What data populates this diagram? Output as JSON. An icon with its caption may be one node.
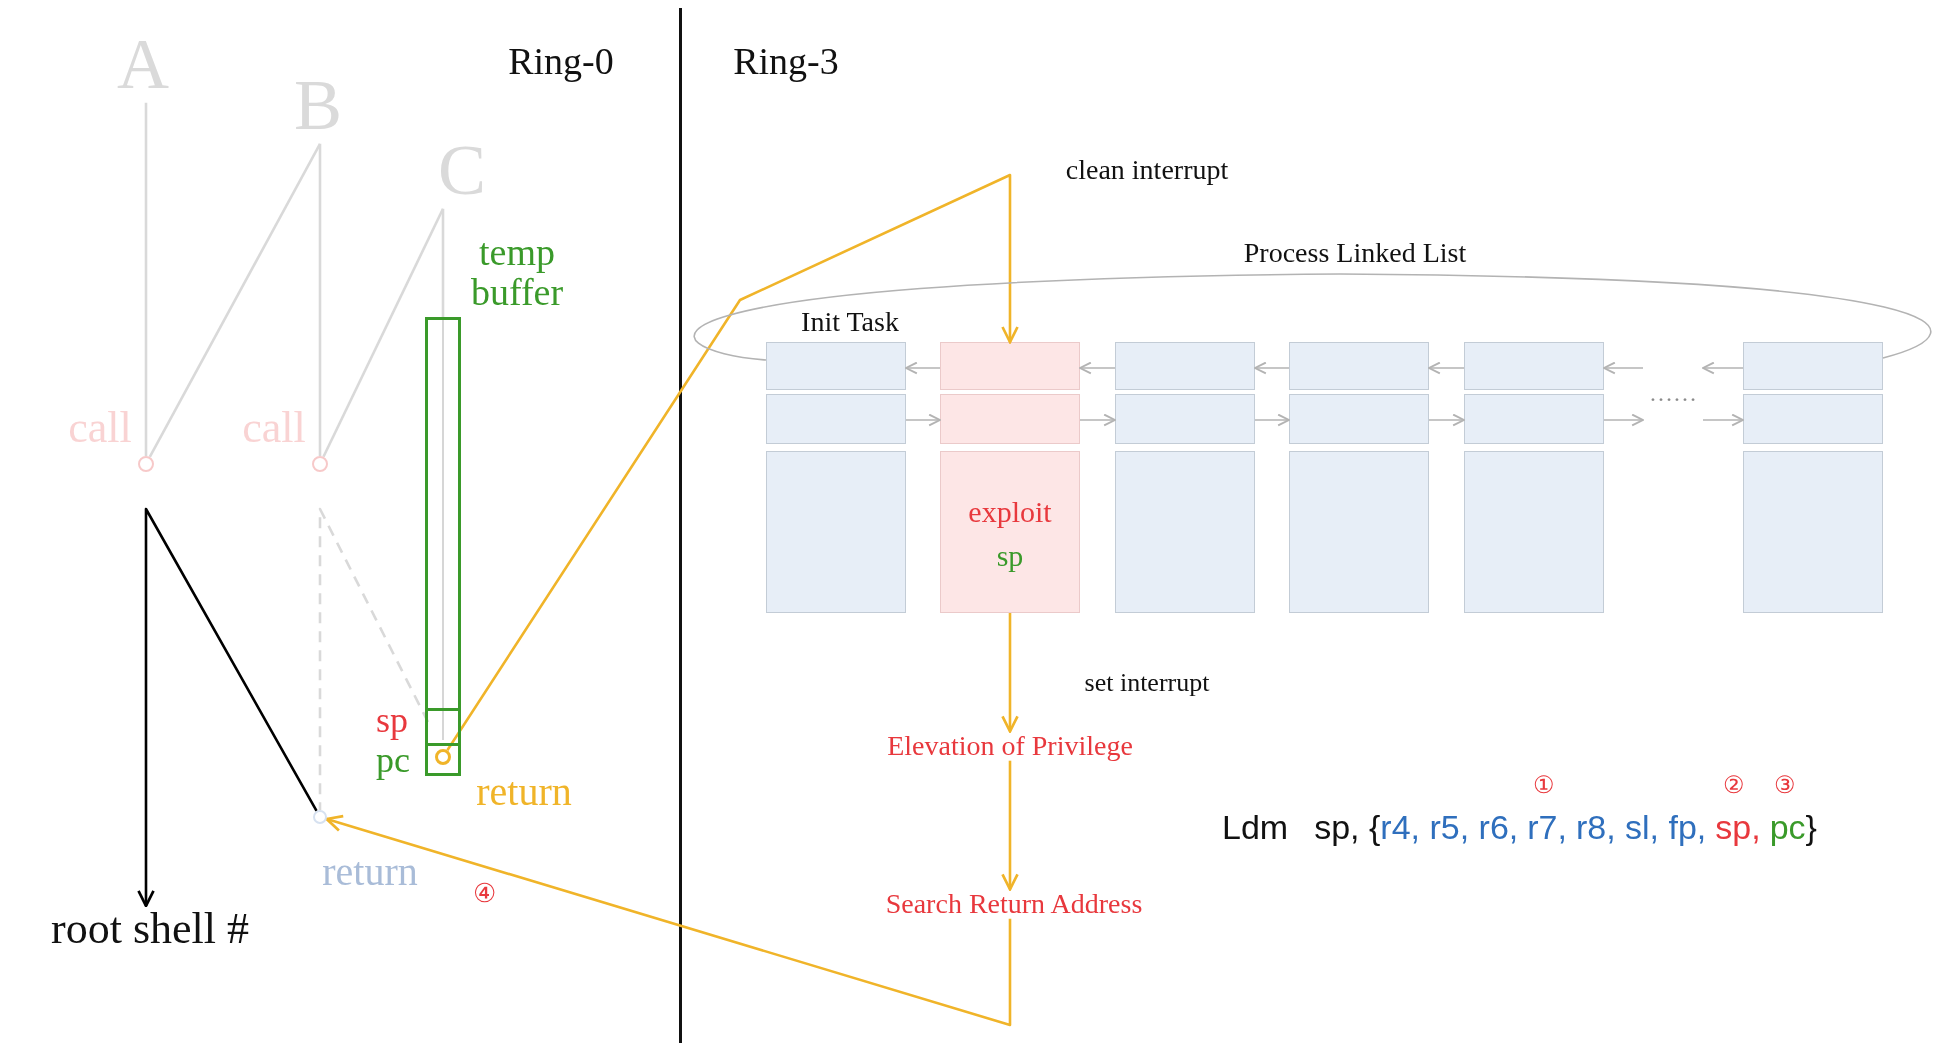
{
  "diagram": {
    "nodes": [
      {
        "text": [
          "A"
        ]
      },
      {
        "text": [
          "B"
        ]
      },
      {
        "text": [
          "C"
        ]
      },
      {
        "text": [],
        "shape": "circle",
        "beside": [
          "call"
        ]
      },
      {
        "text": [],
        "shape": "circle",
        "beside": [
          "call"
        ]
      },
      {
        "text": [
          "temp buffer"
        ]
      },
      {
        "text": [
          "sp"
        ],
        "in": 5
      },
      {
        "text": [
          "pc"
        ],
        "in": 5
      },
      {
        "text": [],
        "shape": "circle",
        "in": 7,
        "beside": [
          "return"
        ]
      },
      {
        "text": [],
        "shape": "circle",
        "beside": [
          "return"
        ]
      },
      {
        "text": [
          "root shell #"
        ]
      },
      {
        "text": [
          "Init Task"
        ]
      },
      {
        "text": [
          "exploit",
          "sp"
        ]
      },
      {
        "text": [],
        "shape": "box"
      },
      {
        "text": [],
        "shape": "box"
      },
      {
        "text": [],
        "shape": "box"
      },
      {
        "text": [],
        "shape": "box"
      },
      {
        "text": [
          "Elevation of Privilege"
        ]
      },
      {
        "text": [
          "Search Return Address"
        ]
      },
      {
        "text": [
          "……"
        ]
      }
    ],
    "edges": [
      {
        "from": 0,
        "to": 3,
        "arrow": "none",
        "color": "#d9d9d9"
      },
      {
        "from": 3,
        "to": 1,
        "arrow": "none",
        "color": "#d9d9d9"
      },
      {
        "from": 1,
        "to": 4,
        "arrow": "none",
        "color": "#d9d9d9"
      },
      {
        "from": 4,
        "to": 2,
        "arrow": "none",
        "color": "#d9d9d9"
      },
      {
        "from": 2,
        "to": 5,
        "arrow": "none",
        "color": "#d9d9d9"
      },
      {
        "from": 6,
        "to": 9,
        "arrow": "none",
        "style": "dashed",
        "color": "#d9d9d9"
      },
      {
        "from": 9,
        "to": 10,
        "arrow": "to",
        "color": "#000000"
      },
      {
        "from": 8,
        "to": 12,
        "arrow": "to",
        "label": "clean interrupt",
        "color": "#f0b429"
      },
      {
        "from": 12,
        "to": 17,
        "arrow": "to",
        "label": "set interrupt",
        "color": "#f0b429"
      },
      {
        "from": 17,
        "to": 18,
        "arrow": "to",
        "color": "#f0b429"
      },
      {
        "from": 18,
        "to": 9,
        "arrow": "to",
        "label": "④",
        "color": "#f0b429"
      },
      {
        "from": 16,
        "to": 11,
        "arrow": "none",
        "label": "Process Linked List"
      },
      {
        "from": 12,
        "to": 11,
        "arrow": "to"
      },
      {
        "from": 13,
        "to": 12,
        "arrow": "to"
      },
      {
        "from": 14,
        "to": 13,
        "arrow": "to"
      },
      {
        "from": 15,
        "to": 14,
        "arrow": "to"
      },
      {
        "from": 19,
        "to": 15,
        "arrow": "to"
      },
      {
        "from": 16,
        "to": 19,
        "arrow": "to"
      },
      {
        "from": 11,
        "to": 12,
        "arrow": "to"
      },
      {
        "from": 12,
        "to": 13,
        "arrow": "to"
      },
      {
        "from": 13,
        "to": 14,
        "arrow": "to"
      },
      {
        "from": 14,
        "to": 15,
        "arrow": "to"
      },
      {
        "from": 15,
        "to": 19,
        "arrow": "to"
      },
      {
        "from": 19,
        "to": 16,
        "arrow": "to"
      }
    ],
    "labels": [
      "Ring-0",
      "Ring-3",
      "①",
      "②",
      "③",
      "Ldm",
      "sp, {",
      "r4, r5, r6,",
      "r7,",
      "r8, sl, fp,",
      "sp,",
      "pc",
      "}"
    ]
  }
}
